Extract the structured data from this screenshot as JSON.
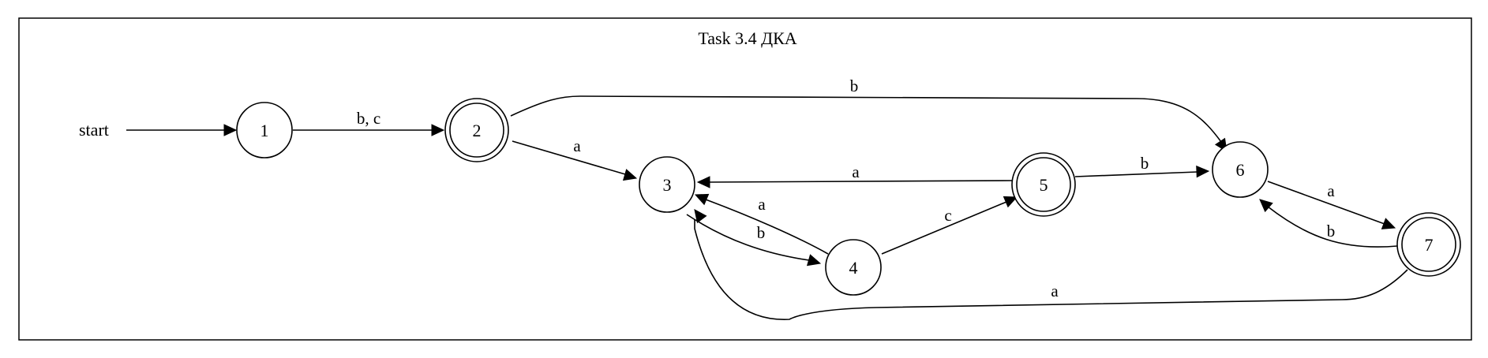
{
  "title": "Task 3.4 ДКА",
  "start_label": "start",
  "states": [
    {
      "id": "1",
      "accepting": false
    },
    {
      "id": "2",
      "accepting": true
    },
    {
      "id": "3",
      "accepting": false
    },
    {
      "id": "4",
      "accepting": false
    },
    {
      "id": "5",
      "accepting": true
    },
    {
      "id": "6",
      "accepting": false
    },
    {
      "id": "7",
      "accepting": true
    }
  ],
  "transitions": [
    {
      "from": "1",
      "to": "2",
      "label": "b, c"
    },
    {
      "from": "2",
      "to": "6",
      "label": "b"
    },
    {
      "from": "2",
      "to": "3",
      "label": "a"
    },
    {
      "from": "5",
      "to": "3",
      "label": "a"
    },
    {
      "from": "5",
      "to": "6",
      "label": "b"
    },
    {
      "from": "4",
      "to": "3",
      "label": "a"
    },
    {
      "from": "3",
      "to": "4",
      "label": "b"
    },
    {
      "from": "4",
      "to": "5",
      "label": "c"
    },
    {
      "from": "6",
      "to": "7",
      "label": "a"
    },
    {
      "from": "7",
      "to": "6",
      "label": "b"
    },
    {
      "from": "7",
      "to": "3",
      "label": "a"
    }
  ]
}
